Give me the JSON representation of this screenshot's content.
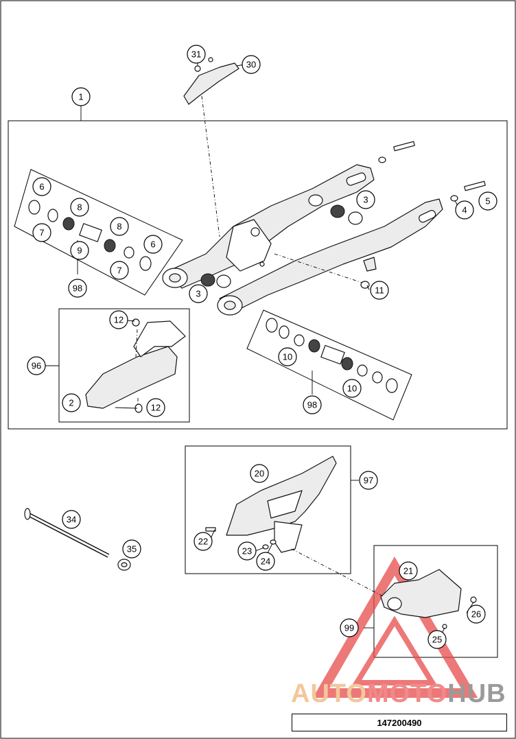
{
  "diagram_code": "147200490",
  "watermark": {
    "part1": "AUTO",
    "part2": "MOTO",
    "part3": "HUB"
  },
  "callouts": [
    "1",
    "2",
    "3",
    "3",
    "4",
    "5",
    "6",
    "6",
    "7",
    "7",
    "8",
    "8",
    "9",
    "10",
    "10",
    "11",
    "12",
    "12",
    "20",
    "21",
    "22",
    "23",
    "24",
    "25",
    "26",
    "30",
    "31",
    "34",
    "35",
    "96",
    "97",
    "98",
    "98",
    "99"
  ],
  "colors": {
    "watermark_red": "#e84b4b",
    "watermark_orange": "#f3c79a",
    "watermark_gray": "#9a9a9a",
    "line": "#000000"
  }
}
